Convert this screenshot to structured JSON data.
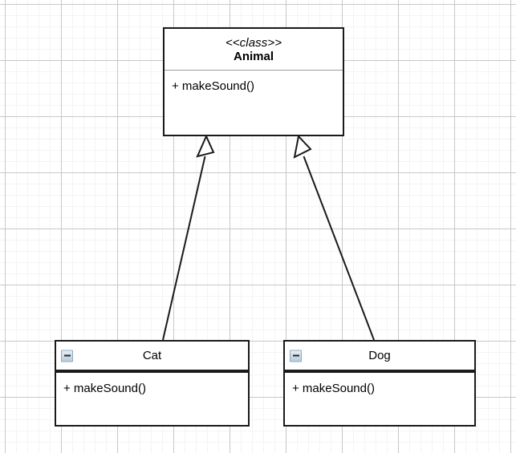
{
  "diagram": {
    "type": "uml-class-diagram",
    "background": "#ffffff",
    "grid": {
      "minor_color": "#f4f4f4",
      "major_color": "#c8c8c8",
      "minor_spacing": 14,
      "major_spacing": 70
    },
    "line_color": "#1a1a1a",
    "classes": [
      {
        "id": "animal",
        "stereotype": "<<class>>",
        "name": "Animal",
        "members": [
          "+ makeSound()"
        ],
        "collapsible": false
      },
      {
        "id": "cat",
        "name": "Cat",
        "members": [
          "+ makeSound()"
        ],
        "collapsible": true,
        "collapse_icon": "minus-icon"
      },
      {
        "id": "dog",
        "name": "Dog",
        "members": [
          "+ makeSound()"
        ],
        "collapsible": true,
        "collapse_icon": "minus-icon"
      }
    ],
    "relationships": [
      {
        "id": "cat-animal",
        "type": "generalization",
        "from": "Cat",
        "to": "Animal",
        "arrow": "hollow-triangle"
      },
      {
        "id": "dog-animal",
        "type": "generalization",
        "from": "Dog",
        "to": "Animal",
        "arrow": "hollow-triangle"
      }
    ]
  }
}
